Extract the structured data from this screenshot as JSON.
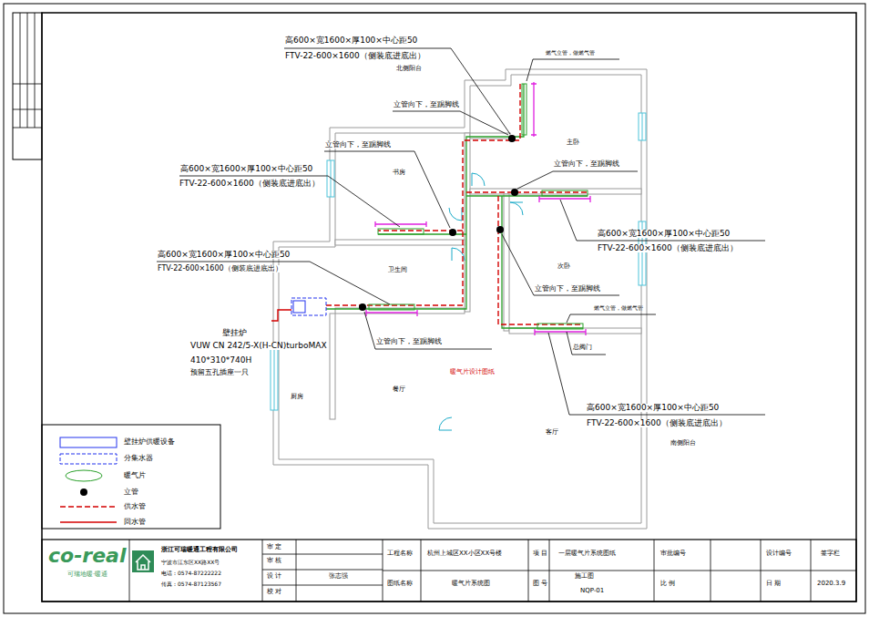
{
  "diagram": {
    "labels": [
      "高600×宽1600×厚100×中心距50",
      "FTV-22-600×1600（侧装底进底出）",
      "北侧阳台",
      "燃气立管，做燃气管",
      "立管向下，至踢脚线",
      "主卧",
      "立管向下，至踢脚线",
      "书房",
      "立管向下，至踢脚线",
      "高600×宽1600×厚100×中心距50",
      "FTV-22-600×1600（侧装底进底出）",
      "高600×宽1600×厚100×中心距50",
      "FTV-22-600×1600（侧装底进底出）",
      "次卧",
      "高600×宽1600×厚100×中心距50",
      "FTV-22-600×1600（侧装底进底出）",
      "卫生间",
      "立管向下，至踢脚线",
      "燃气立管，做燃气管",
      "壁挂炉",
      "总阀门",
      "VUW CN 242/5-X(H-CN)turboMAX",
      "立管向下，至踢脚线",
      "410*310*740H",
      "预留五孔插座一只",
      "暖气片设计图纸",
      "厨房",
      "餐厅",
      "高600×宽1600×厚100×中心距50",
      "FTV-22-600×1600（侧装底进底出）",
      "客厅",
      "南侧阳台",
      "co-real",
      "可瑞地暖·暖通",
      "浙江可瑞暖通工程有限公司",
      "宁波市江东区XX路XX号",
      "电话：0574-87222222",
      "传真：0574-87123567",
      "审 定",
      "审 核",
      "设 计",
      "张志强",
      "校 对",
      "工程名称",
      "杭州上城区XX小区XX号楼",
      "项 目",
      "一层暖气片系统图纸",
      "审批编号",
      "设计编号",
      "签字栏",
      "图纸名称",
      "暖气片系统图",
      "图 号",
      "施工图",
      "NQP-01",
      "比 例",
      "日 期",
      "2020.3.9"
    ],
    "legend": [
      {
        "text": "壁挂炉供暖设备"
      },
      {
        "text": "分集水器"
      },
      {
        "text": "暖气片"
      },
      {
        "text": "立管"
      },
      {
        "text": "供水管"
      },
      {
        "text": "回水管"
      }
    ]
  }
}
